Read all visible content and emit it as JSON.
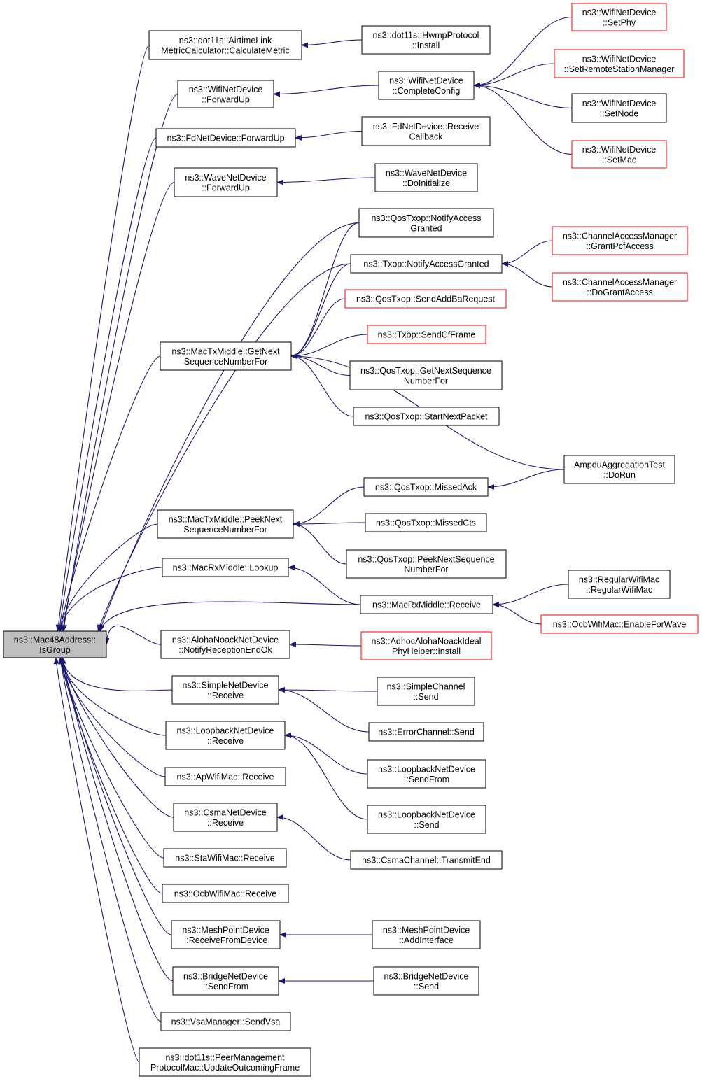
{
  "colors": {
    "edge": "#191970",
    "box_border_normal": "#000000",
    "box_border_truncated": "#ff0000",
    "root_fill": "#bfbfbf",
    "box_fill": "#ffffff"
  },
  "nodes": {
    "root": {
      "lines": [
        "ns3::Mac48Address::",
        "IsGroup"
      ],
      "kind": "root"
    },
    "airtime": {
      "lines": [
        "ns3::dot11s::AirtimeLink",
        "MetricCalculator::CalculateMetric"
      ],
      "kind": "normal"
    },
    "hwmp": {
      "lines": [
        "ns3::dot11s::HwmpProtocol",
        "::Install"
      ],
      "kind": "normal"
    },
    "wifiFwd": {
      "lines": [
        "ns3::WifiNetDevice",
        "::ForwardUp"
      ],
      "kind": "normal"
    },
    "completeCfg": {
      "lines": [
        "ns3::WifiNetDevice",
        "::CompleteConfig"
      ],
      "kind": "normal"
    },
    "setPhy": {
      "lines": [
        "ns3::WifiNetDevice",
        "::SetPhy"
      ],
      "kind": "truncated"
    },
    "setRsm": {
      "lines": [
        "ns3::WifiNetDevice",
        "::SetRemoteStationManager"
      ],
      "kind": "truncated"
    },
    "setNode": {
      "lines": [
        "ns3::WifiNetDevice",
        "::SetNode"
      ],
      "kind": "normal"
    },
    "setMac": {
      "lines": [
        "ns3::WifiNetDevice",
        "::SetMac"
      ],
      "kind": "truncated"
    },
    "fdFwd": {
      "lines": [
        "ns3::FdNetDevice::ForwardUp"
      ],
      "kind": "normal"
    },
    "fdRecv": {
      "lines": [
        "ns3::FdNetDevice::Receive",
        "Callback"
      ],
      "kind": "normal"
    },
    "waveFwd": {
      "lines": [
        "ns3::WaveNetDevice",
        "::ForwardUp"
      ],
      "kind": "normal"
    },
    "waveInit": {
      "lines": [
        "ns3::WaveNetDevice",
        "::DoInitialize"
      ],
      "kind": "normal"
    },
    "qosNotify": {
      "lines": [
        "ns3::QosTxop::NotifyAccess",
        "Granted"
      ],
      "kind": "normal"
    },
    "txopNotify": {
      "lines": [
        "ns3::Txop::NotifyAccessGranted"
      ],
      "kind": "normal"
    },
    "grantPcf": {
      "lines": [
        "ns3::ChannelAccessManager",
        "::GrantPcfAccess"
      ],
      "kind": "truncated"
    },
    "doGrant": {
      "lines": [
        "ns3::ChannelAccessManager",
        "::DoGrantAccess"
      ],
      "kind": "truncated"
    },
    "sendAddBa": {
      "lines": [
        "ns3::QosTxop::SendAddBaRequest"
      ],
      "kind": "truncated"
    },
    "sendCf": {
      "lines": [
        "ns3::Txop::SendCfFrame"
      ],
      "kind": "truncated"
    },
    "getNextMid": {
      "lines": [
        "ns3::MacTxMiddle::GetNext",
        "SequenceNumberFor"
      ],
      "kind": "normal"
    },
    "qosGetNext": {
      "lines": [
        "ns3::QosTxop::GetNextSequence",
        "NumberFor"
      ],
      "kind": "normal"
    },
    "startNext": {
      "lines": [
        "ns3::QosTxop::StartNextPacket"
      ],
      "kind": "normal"
    },
    "ampdu": {
      "lines": [
        "AmpduAggregationTest",
        "::DoRun"
      ],
      "kind": "normal"
    },
    "missedAck": {
      "lines": [
        "ns3::QosTxop::MissedAck"
      ],
      "kind": "normal"
    },
    "peekMid": {
      "lines": [
        "ns3::MacTxMiddle::PeekNext",
        "SequenceNumberFor"
      ],
      "kind": "normal"
    },
    "missedCts": {
      "lines": [
        "ns3::QosTxop::MissedCts"
      ],
      "kind": "normal"
    },
    "qosPeek": {
      "lines": [
        "ns3::QosTxop::PeekNextSequence",
        "NumberFor"
      ],
      "kind": "normal"
    },
    "rxLookup": {
      "lines": [
        "ns3::MacRxMiddle::Lookup"
      ],
      "kind": "normal"
    },
    "regWifi": {
      "lines": [
        "ns3::RegularWifiMac",
        "::RegularWifiMac"
      ],
      "kind": "normal"
    },
    "rxRecv": {
      "lines": [
        "ns3::MacRxMiddle::Receive"
      ],
      "kind": "normal"
    },
    "ocbEnable": {
      "lines": [
        "ns3::OcbWifiMac::EnableForWave"
      ],
      "kind": "truncated"
    },
    "alohaNotify": {
      "lines": [
        "ns3::AlohaNoackNetDevice",
        "::NotifyReceptionEndOk"
      ],
      "kind": "normal"
    },
    "adhocInstall": {
      "lines": [
        "ns3::AdhocAlohaNoackIdeal",
        "PhyHelper::Install"
      ],
      "kind": "truncated"
    },
    "simpleRecv": {
      "lines": [
        "ns3::SimpleNetDevice",
        "::Receive"
      ],
      "kind": "normal"
    },
    "simpleSend": {
      "lines": [
        "ns3::SimpleChannel",
        "::Send"
      ],
      "kind": "normal"
    },
    "errSend": {
      "lines": [
        "ns3::ErrorChannel::Send"
      ],
      "kind": "normal"
    },
    "loopRecv": {
      "lines": [
        "ns3::LoopbackNetDevice",
        "::Receive"
      ],
      "kind": "normal"
    },
    "loopSendFrom": {
      "lines": [
        "ns3::LoopbackNetDevice",
        "::SendFrom"
      ],
      "kind": "normal"
    },
    "apRecv": {
      "lines": [
        "ns3::ApWifiMac::Receive"
      ],
      "kind": "normal"
    },
    "loopSend": {
      "lines": [
        "ns3::LoopbackNetDevice",
        "::Send"
      ],
      "kind": "normal"
    },
    "csmaRecv": {
      "lines": [
        "ns3::CsmaNetDevice",
        "::Receive"
      ],
      "kind": "normal"
    },
    "csmaTx": {
      "lines": [
        "ns3::CsmaChannel::TransmitEnd"
      ],
      "kind": "normal"
    },
    "staRecv": {
      "lines": [
        "ns3::StaWifiMac::Receive"
      ],
      "kind": "normal"
    },
    "ocbRecv": {
      "lines": [
        "ns3::OcbWifiMac::Receive"
      ],
      "kind": "normal"
    },
    "meshRecv": {
      "lines": [
        "ns3::MeshPointDevice",
        "::ReceiveFromDevice"
      ],
      "kind": "normal"
    },
    "meshAdd": {
      "lines": [
        "ns3::MeshPointDevice",
        "::AddInterface"
      ],
      "kind": "normal"
    },
    "bridgeFrom": {
      "lines": [
        "ns3::BridgeNetDevice",
        "::SendFrom"
      ],
      "kind": "normal"
    },
    "bridgeSend": {
      "lines": [
        "ns3::BridgeNetDevice",
        "::Send"
      ],
      "kind": "normal"
    },
    "vsa": {
      "lines": [
        "ns3::VsaManager::SendVsa"
      ],
      "kind": "normal"
    },
    "peerMgmt": {
      "lines": [
        "ns3::dot11s::PeerManagement",
        "ProtocolMac::UpdateOutcomingFrame"
      ],
      "kind": "normal"
    }
  },
  "edges": [
    [
      "airtime",
      "root"
    ],
    [
      "wifiFwd",
      "root"
    ],
    [
      "fdFwd",
      "root"
    ],
    [
      "waveFwd",
      "root"
    ],
    [
      "qosNotify",
      "root"
    ],
    [
      "txopNotify",
      "root"
    ],
    [
      "getNextMid",
      "root"
    ],
    [
      "peekMid",
      "root"
    ],
    [
      "rxLookup",
      "root"
    ],
    [
      "rxRecv",
      "root"
    ],
    [
      "alohaNotify",
      "root"
    ],
    [
      "simpleRecv",
      "root"
    ],
    [
      "loopRecv",
      "root"
    ],
    [
      "apRecv",
      "root"
    ],
    [
      "csmaRecv",
      "root"
    ],
    [
      "staRecv",
      "root"
    ],
    [
      "ocbRecv",
      "root"
    ],
    [
      "meshRecv",
      "root"
    ],
    [
      "bridgeFrom",
      "root"
    ],
    [
      "vsa",
      "root"
    ],
    [
      "peerMgmt",
      "root"
    ],
    [
      "hwmp",
      "airtime"
    ],
    [
      "completeCfg",
      "wifiFwd"
    ],
    [
      "setPhy",
      "completeCfg"
    ],
    [
      "setRsm",
      "completeCfg"
    ],
    [
      "setNode",
      "completeCfg"
    ],
    [
      "setMac",
      "completeCfg"
    ],
    [
      "fdRecv",
      "fdFwd"
    ],
    [
      "waveInit",
      "waveFwd"
    ],
    [
      "grantPcf",
      "txopNotify"
    ],
    [
      "doGrant",
      "txopNotify"
    ],
    [
      "qosNotify",
      "getNextMid"
    ],
    [
      "txopNotify",
      "getNextMid"
    ],
    [
      "sendAddBa",
      "getNextMid"
    ],
    [
      "sendCf",
      "getNextMid"
    ],
    [
      "qosGetNext",
      "getNextMid"
    ],
    [
      "startNext",
      "getNextMid"
    ],
    [
      "ampdu",
      "getNextMid"
    ],
    [
      "ampdu",
      "missedAck"
    ],
    [
      "missedAck",
      "peekMid"
    ],
    [
      "missedCts",
      "peekMid"
    ],
    [
      "qosPeek",
      "peekMid"
    ],
    [
      "rxRecv",
      "rxLookup"
    ],
    [
      "regWifi",
      "rxRecv"
    ],
    [
      "ocbEnable",
      "rxRecv"
    ],
    [
      "adhocInstall",
      "alohaNotify"
    ],
    [
      "simpleSend",
      "simpleRecv"
    ],
    [
      "errSend",
      "simpleRecv"
    ],
    [
      "loopSendFrom",
      "loopRecv"
    ],
    [
      "loopSend",
      "loopRecv"
    ],
    [
      "csmaTx",
      "csmaRecv"
    ],
    [
      "meshAdd",
      "meshRecv"
    ],
    [
      "bridgeSend",
      "bridgeFrom"
    ]
  ]
}
